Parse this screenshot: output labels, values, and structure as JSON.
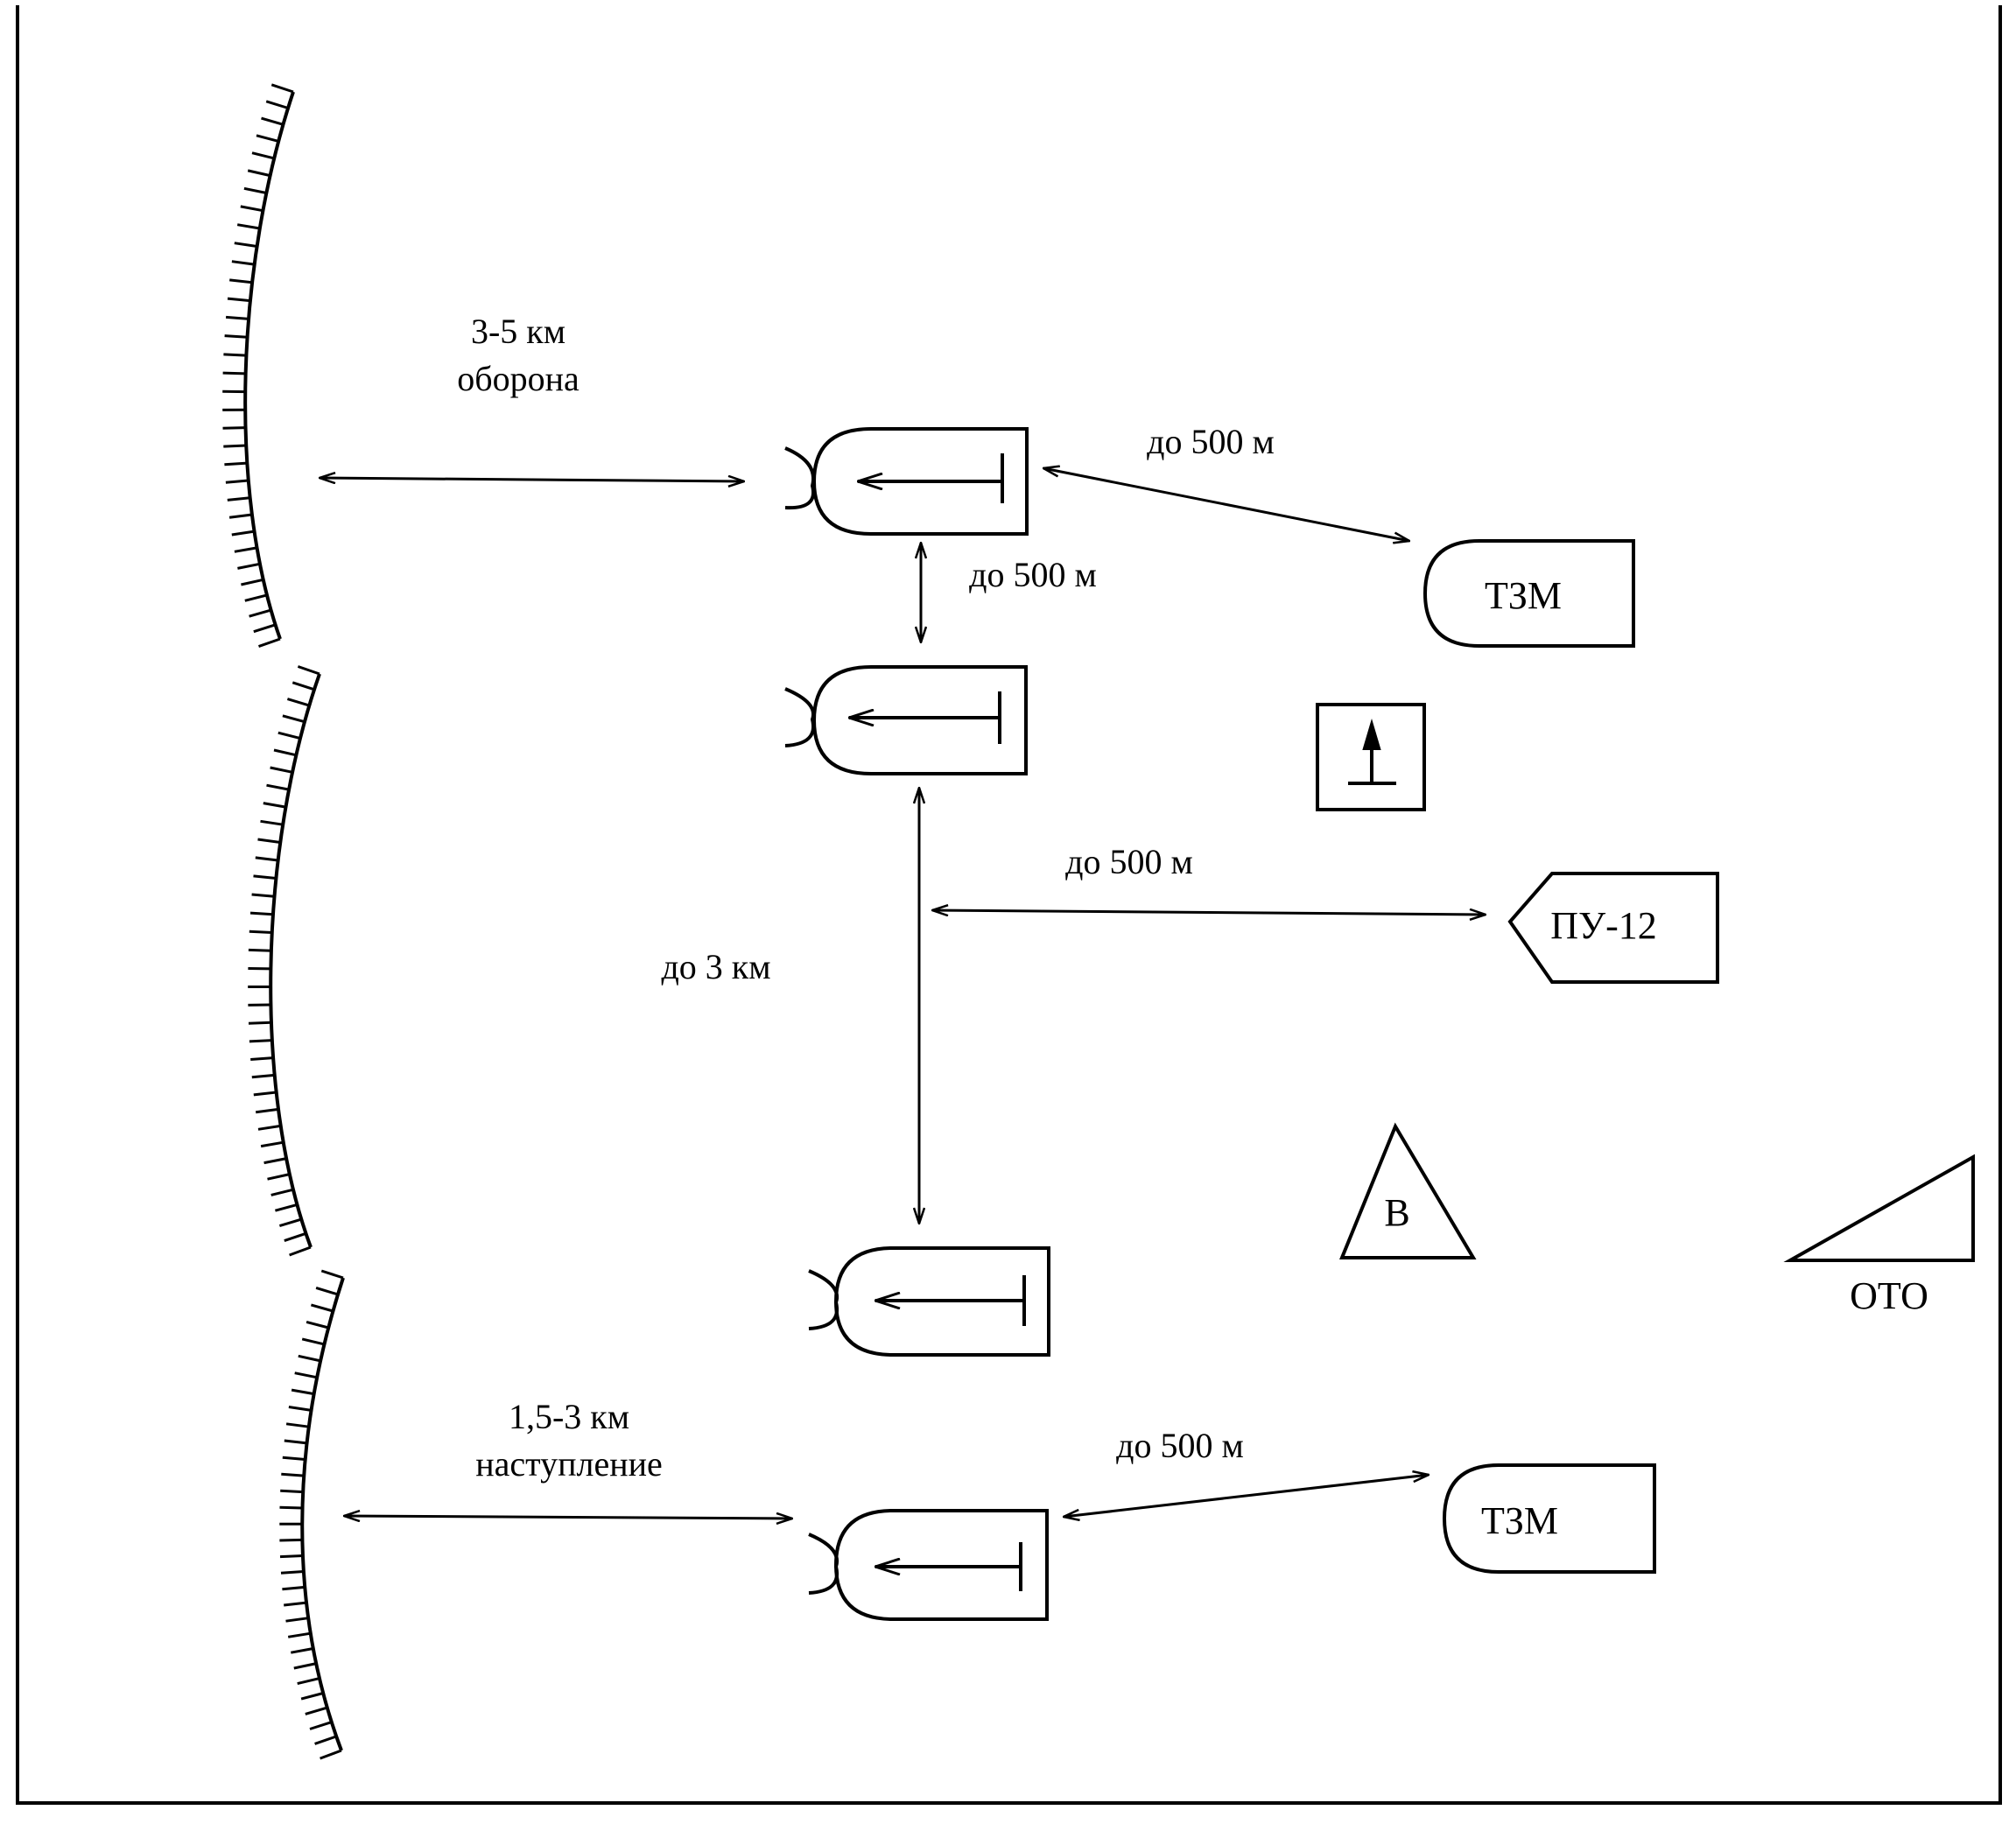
{
  "diagram": {
    "colors": {
      "ink": "#000000",
      "paper": "#ffffff"
    },
    "labels": {
      "defense_distance": "3-5 км",
      "defense_word": "оборона",
      "attack_distance": "1,5-3 км",
      "attack_word": "наступление",
      "top_right_distance": "до 500 м",
      "between_top_distance": "до 500 м",
      "middle_right_distance": "до 500 м",
      "vertical_distance": "до 3 км",
      "bottom_right_distance": "до 500 м"
    },
    "symbols": {
      "tzm_top": "ТЗМ",
      "tzm_bottom": "ТЗМ",
      "pu12": "ПУ-12",
      "v_triangle": "В",
      "oto": "ОТО"
    },
    "icons": [
      "front-line-icon",
      "launcher-vehicle-icon",
      "tzm-vehicle-icon",
      "antenna-station-icon",
      "command-post-icon",
      "triangle-icon",
      "oto-triangle-icon"
    ]
  }
}
